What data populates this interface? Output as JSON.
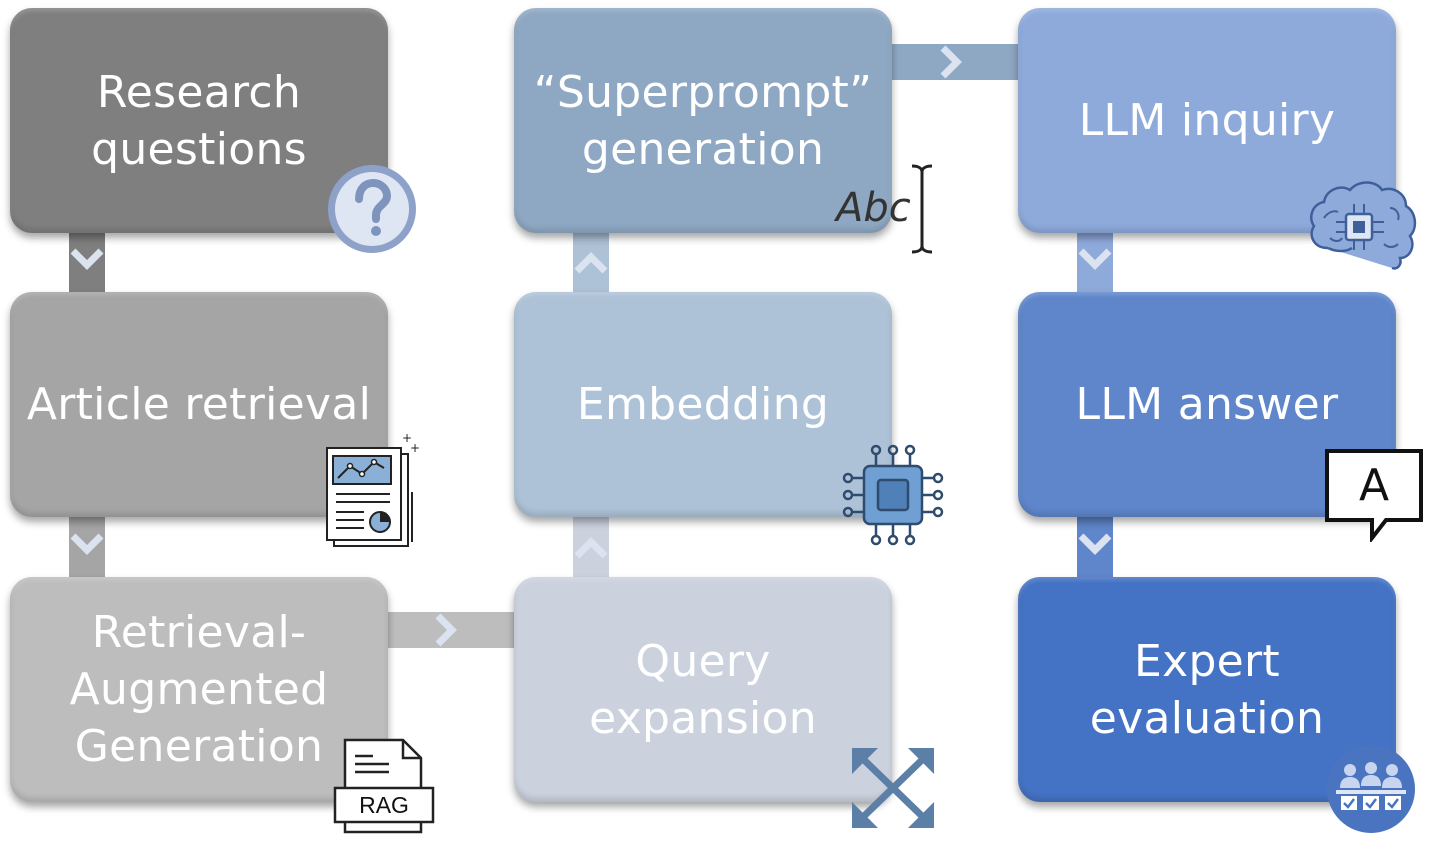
{
  "steps": [
    {
      "id": "research",
      "label": "Research\nquestions",
      "color": "#7f7f7f",
      "icon": "question-circle-icon"
    },
    {
      "id": "article",
      "label": "Article retrieval",
      "color": "#a5a5a5",
      "icon": "report-document-icon"
    },
    {
      "id": "rag",
      "label": "Retrieval-\nAugmented\nGeneration",
      "color": "#bdbdbd",
      "icon": "rag-file-icon",
      "icon_text": "RAG"
    },
    {
      "id": "query",
      "label": "Query\nexpansion",
      "color": "#cbd2de",
      "icon": "expand-arrows-icon"
    },
    {
      "id": "embedding",
      "label": "Embedding",
      "color": "#adc2d6",
      "icon": "processor-chip-icon"
    },
    {
      "id": "superprompt",
      "label": "“Superprompt”\ngeneration",
      "color": "#8ea8c3",
      "icon": "text-cursor-icon",
      "icon_text": "Abc"
    },
    {
      "id": "inquiry",
      "label": "LLM inquiry",
      "color": "#8eaadb",
      "icon": "brain-chip-icon"
    },
    {
      "id": "answer",
      "label": "LLM answer",
      "color": "#5f86ca",
      "icon": "answer-bubble-icon",
      "icon_text": "A"
    },
    {
      "id": "expert",
      "label": "Expert\nevaluation",
      "color": "#4472c4",
      "icon": "expert-panel-icon"
    }
  ]
}
